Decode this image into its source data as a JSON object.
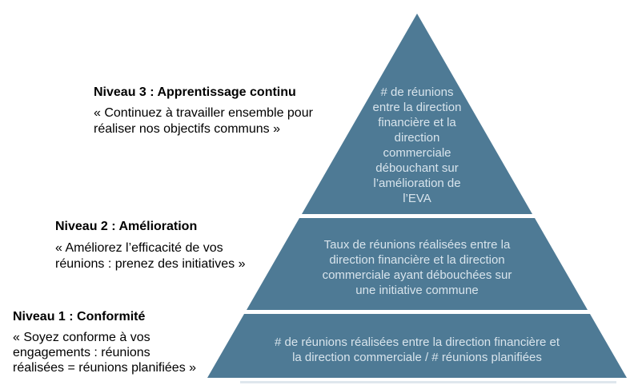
{
  "background": "#ffffff",
  "pyramid": {
    "fill": "#4e7a95",
    "text_color": "#d8e4ec",
    "shadow_color": "#c5d4de",
    "sections": [
      {
        "name": "top",
        "label": "# de réunions\nentre la direction\nfinancière et la\ndirection\ncommerciale\ndébouchant sur\nl’amélioration de\nl’EVA"
      },
      {
        "name": "middle",
        "label": "Taux de réunions réalisées entre la\ndirection financière et la direction\ncommerciale ayant débouchées sur\nune initiative commune"
      },
      {
        "name": "bottom",
        "label": "# de réunions réalisées entre la direction financière et\nla direction commerciale / # réunions planifiées"
      }
    ]
  },
  "levels": [
    {
      "heading": "Niveau 3 : Apprentissage continu",
      "quote": "« Continuez à travailler ensemble pour\nréaliser nos objectifs communs  »"
    },
    {
      "heading": "Niveau 2 : Amélioration",
      "quote": "« Améliorez l’efficacité de vos\nréunions : prenez des initiatives »"
    },
    {
      "heading": "Niveau 1 : Conformité",
      "quote": "« Soyez conforme à vos\nengagements : réunions\nréalisées =  réunions planifiées »"
    }
  ]
}
